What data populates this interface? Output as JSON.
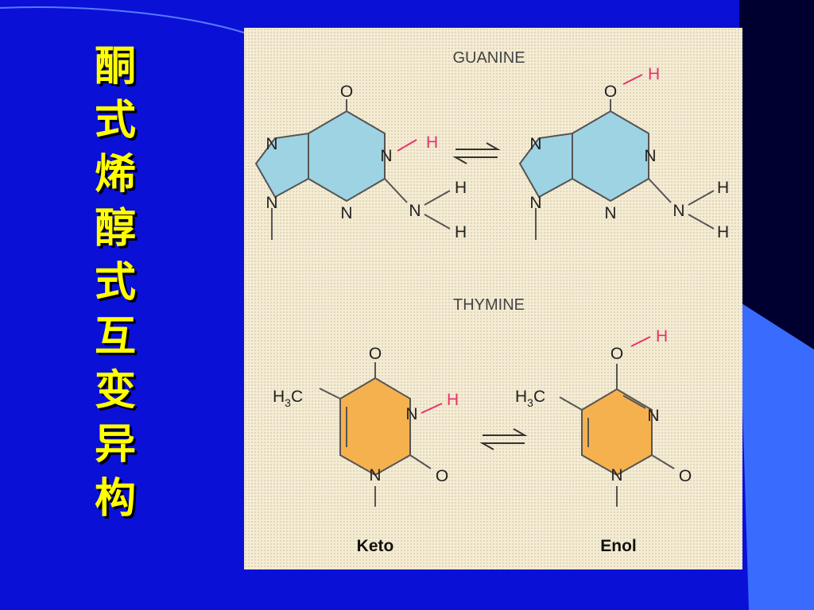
{
  "slide": {
    "title_chars": [
      "酮",
      "式",
      "烯",
      "醇",
      "式",
      "互",
      "变",
      "异",
      "构"
    ]
  },
  "figure": {
    "guanine_label": "GUANINE",
    "thymine_label": "THYMINE",
    "keto_label": "Keto",
    "enol_label": "Enol",
    "atoms": {
      "N": "N",
      "O": "O",
      "H": "H",
      "H3C_main": "H",
      "H3C_sub": "3",
      "H3C_tail": "C"
    }
  },
  "colors": {
    "background_blue": "#0a10d6",
    "light_blue_panel": "#3a6bff",
    "title_yellow": "#ffff00",
    "purine_fill": "#9ed3e3",
    "pyrimidine_fill": "#f6b14f",
    "tautomer_hydrogen": "#e8326c"
  }
}
